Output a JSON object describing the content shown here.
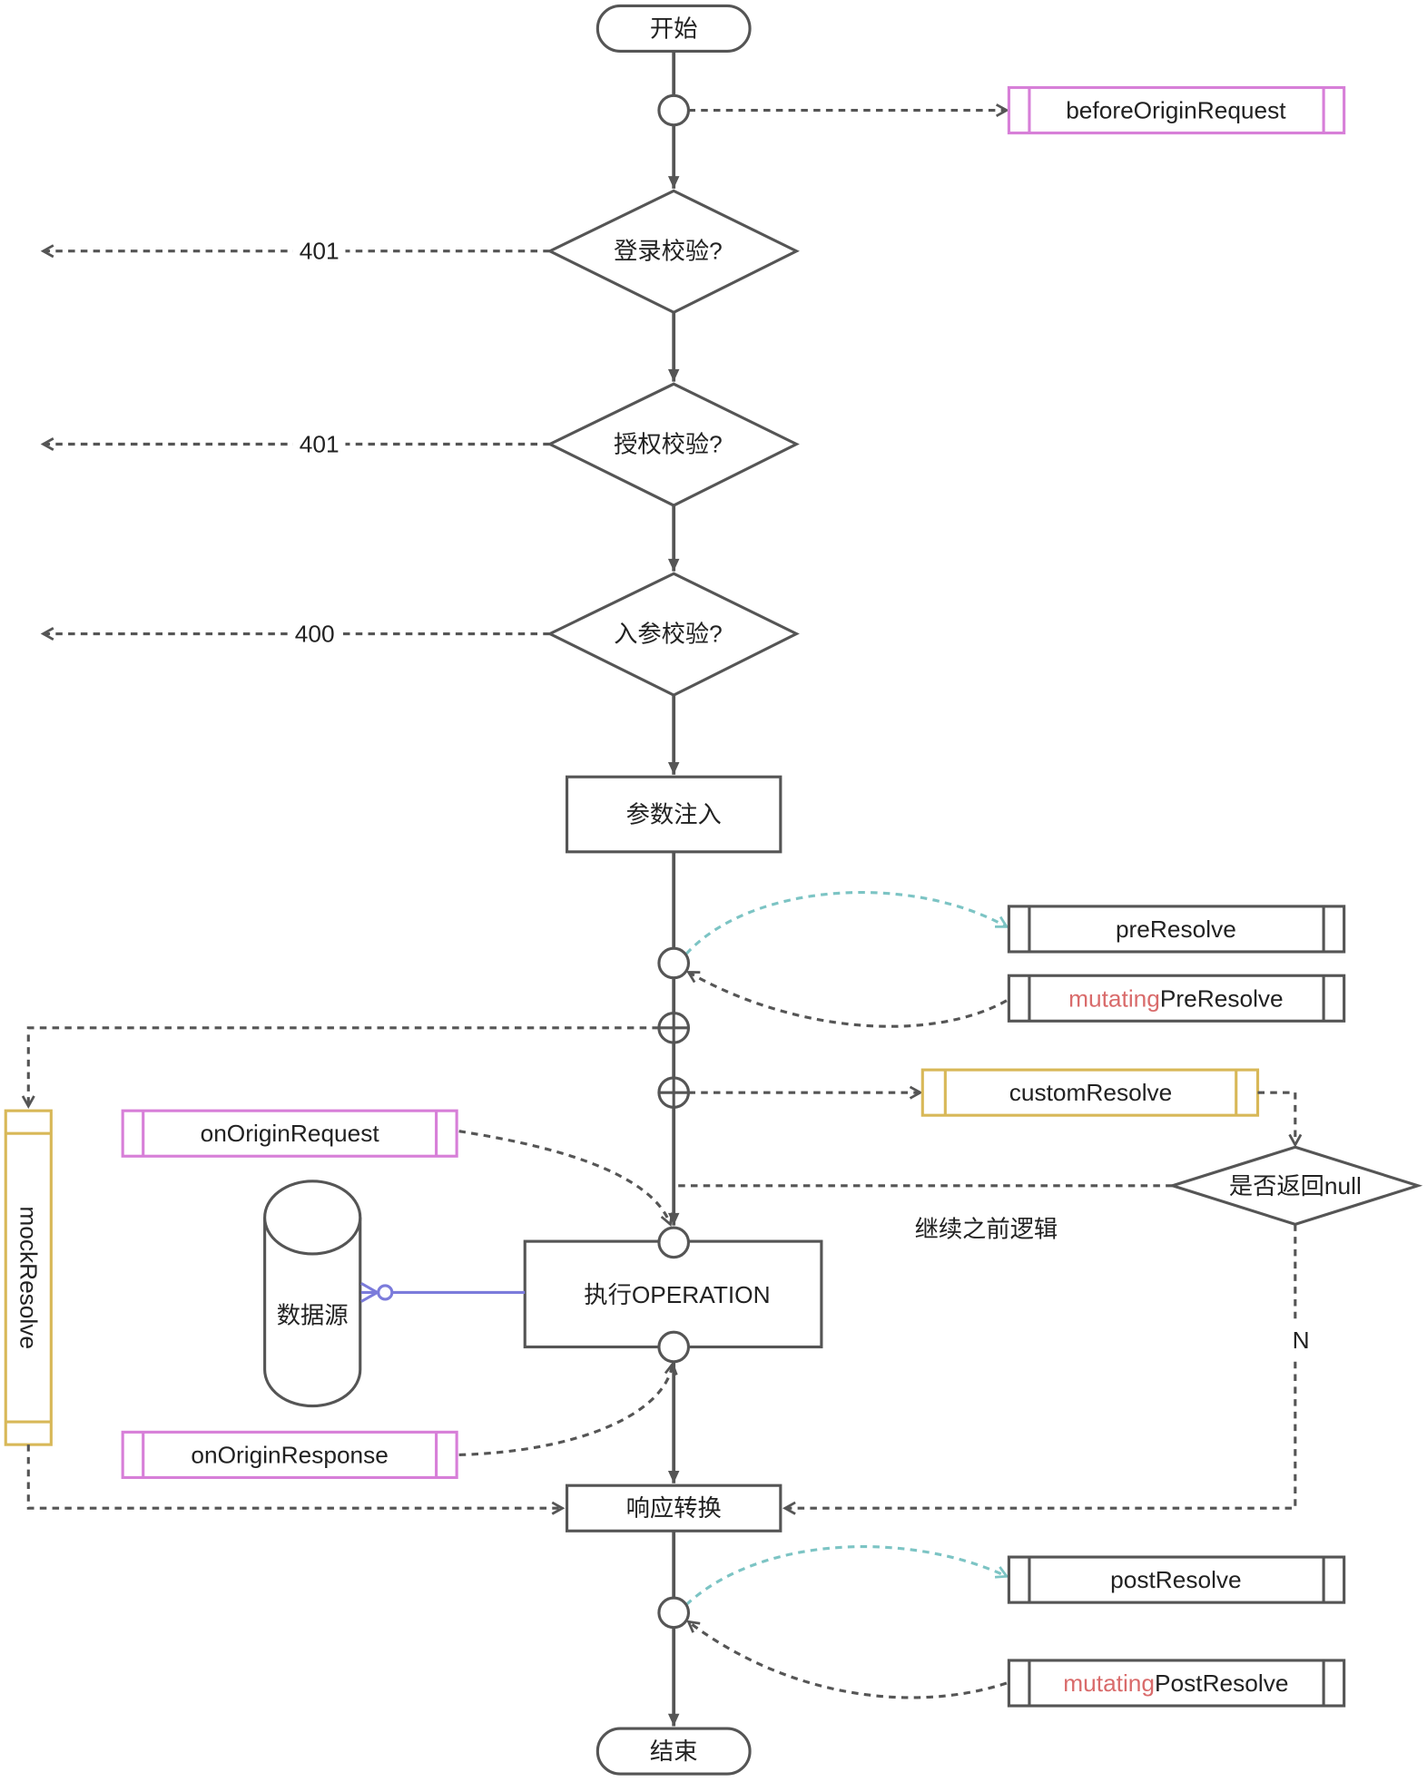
{
  "colors": {
    "line": "#555555",
    "hook_pink": "#d77fd8",
    "hook_yellow": "#d8b858",
    "teal": "#7cc4c4",
    "db_link": "#7b7bdb",
    "mutating_text": "#d96b6b"
  },
  "start": {
    "label": "开始"
  },
  "end": {
    "label": "结束"
  },
  "checks": [
    {
      "label": "登录校验?",
      "fail_code": "401"
    },
    {
      "label": "授权校验?",
      "fail_code": "401"
    },
    {
      "label": "入参校验?",
      "fail_code": "400"
    }
  ],
  "steps": {
    "inject_params": "参数注入",
    "execute_operation": "执行OPERATION",
    "response_transform": "响应转换"
  },
  "datasource": {
    "label": "数据源"
  },
  "null_check": {
    "label": "是否返回null",
    "no_branch": "N",
    "continue_note": "继续之前逻辑"
  },
  "hooks": {
    "before_origin_request": "beforeOriginRequest",
    "pre_resolve": "preResolve",
    "mutating_pre_resolve": {
      "prefix": "mutating",
      "suffix": "PreResolve"
    },
    "custom_resolve": "customResolve",
    "mock_resolve": "mockResolve",
    "on_origin_request": "onOriginRequest",
    "on_origin_response": "onOriginResponse",
    "post_resolve": "postResolve",
    "mutating_post_resolve": {
      "prefix": "mutating",
      "suffix": "PostResolve"
    }
  }
}
